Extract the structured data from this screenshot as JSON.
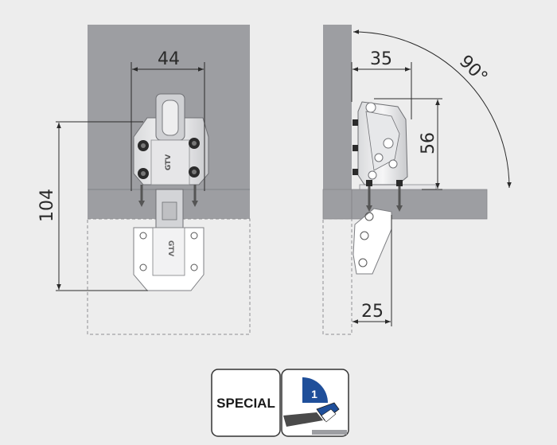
{
  "diagram": {
    "front_view": {
      "width_label": "44",
      "height_label": "104",
      "brand_mark": "GTV"
    },
    "side_view": {
      "depth_label": "35",
      "height_label": "56",
      "angle_label": "90°",
      "offset_label": "25"
    }
  },
  "badges": {
    "special_label": "SPECIAL",
    "step_number": "1"
  },
  "colors": {
    "background": "#ededed",
    "panel": "#9d9ea2",
    "panel_edge": "#7e7f83",
    "dimension_line": "#2a2a2a",
    "step_badge": "#1f4f9a"
  },
  "icons": {
    "hinge_front": "hinge-front-icon",
    "hinge_side": "hinge-side-icon",
    "tool": "screwdriver-tool-icon"
  }
}
